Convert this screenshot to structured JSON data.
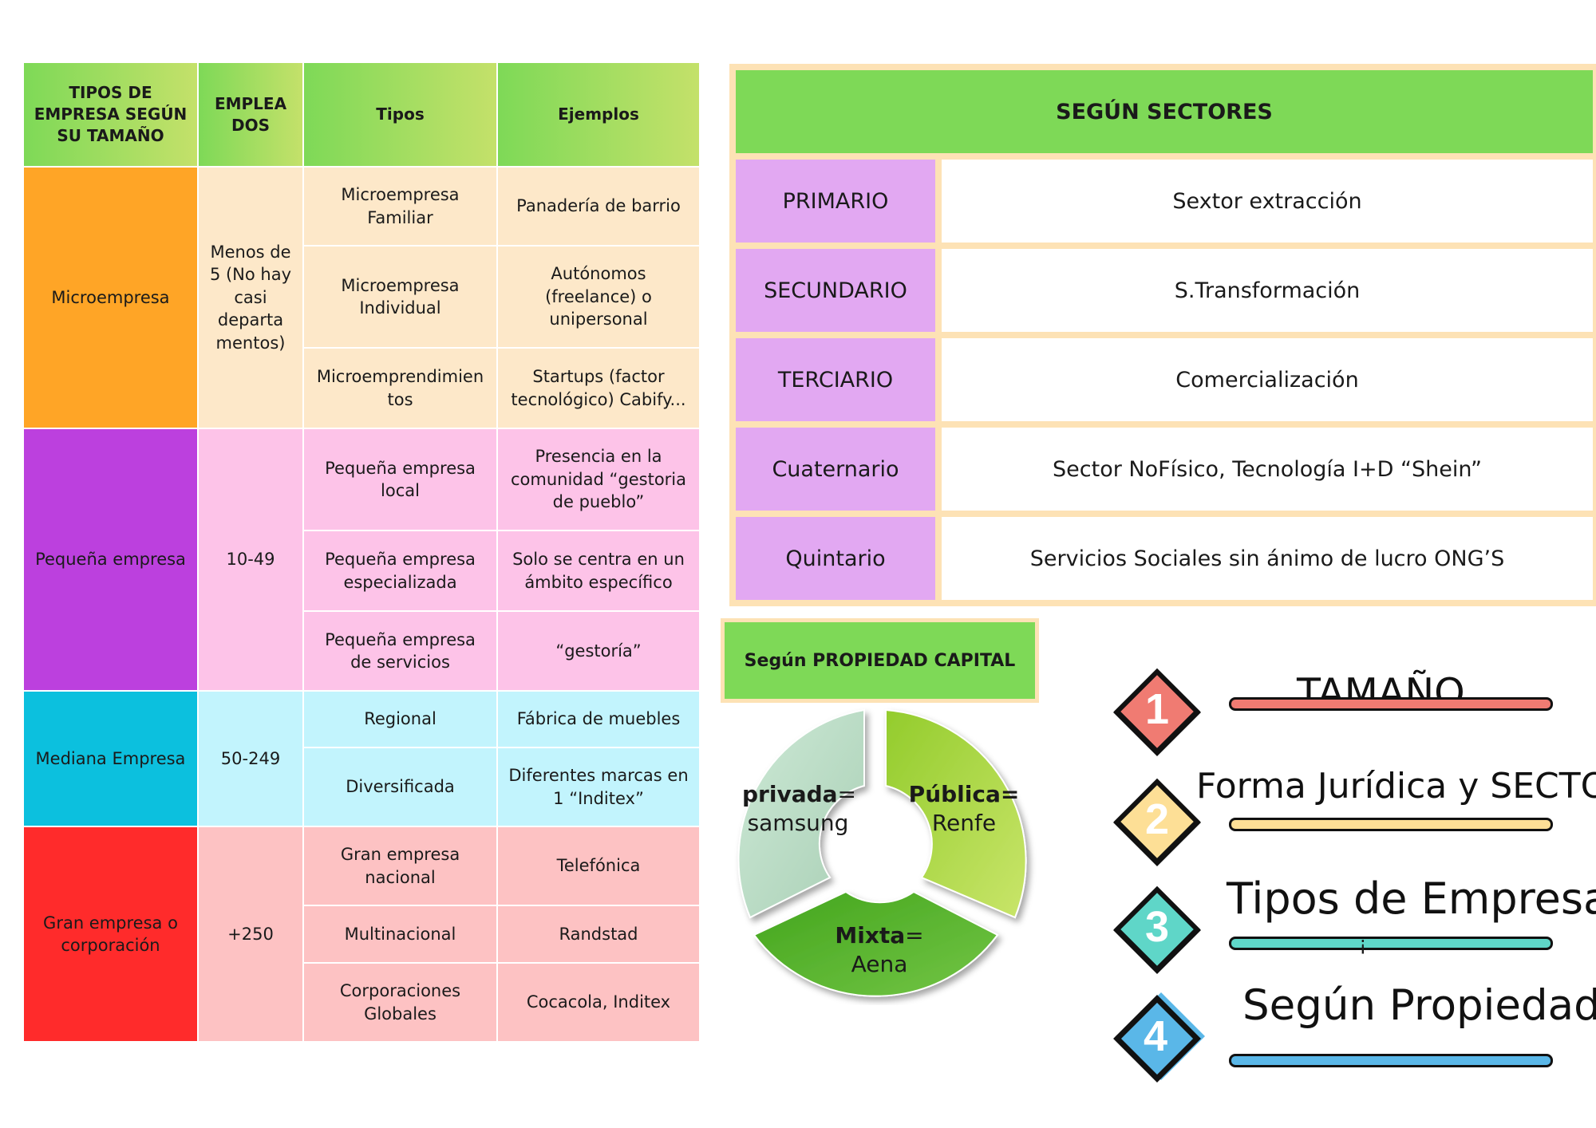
{
  "size_table": {
    "headers": [
      "TIPOS DE EMPRESA SEGÚN SU TAMAÑO",
      "EMPLEA DOS",
      "Tipos",
      "Ejemplos"
    ],
    "groups": [
      {
        "name": "Microempresa",
        "employees": "Menos de 5 (No hay casi departa mentos)",
        "rows": [
          {
            "type": "Microempresa Familiar",
            "example": "Panadería de barrio"
          },
          {
            "type": "Microempresa Individual",
            "example": "Autónomos (freelance) o unipersonal"
          },
          {
            "type": "Microemprendimien tos",
            "example": "Startups (factor tecnológico) Cabify..."
          }
        ]
      },
      {
        "name": "Pequeña empresa",
        "employees": "10-49",
        "rows": [
          {
            "type": "Pequeña empresa local",
            "example": "Presencia en la comunidad “gestoria de pueblo”"
          },
          {
            "type": "Pequeña empresa especializada",
            "example": "Solo se centra en un ámbito específico"
          },
          {
            "type": "Pequeña empresa de servicios",
            "example": "“gestoría”"
          }
        ]
      },
      {
        "name": "Mediana Empresa",
        "employees": "50-249",
        "rows": [
          {
            "type": "Regional",
            "example": "Fábrica de muebles"
          },
          {
            "type": "Diversificada",
            "example": "Diferentes marcas en 1 “Inditex”"
          }
        ]
      },
      {
        "name": "Gran empresa o corporación",
        "employees": "+250",
        "rows": [
          {
            "type": "Gran empresa nacional",
            "example": "Telefónica"
          },
          {
            "type": "Multinacional",
            "example": "Randstad"
          },
          {
            "type": "Corporaciones Globales",
            "example": "Cocacola, Inditex"
          }
        ]
      }
    ]
  },
  "sectors": {
    "title": "SEGÚN SECTORES",
    "rows": [
      {
        "name": "PRIMARIO",
        "desc": "Sextor extracción"
      },
      {
        "name": "SECUNDARIO",
        "desc": "S.Transformación"
      },
      {
        "name": "TERCIARIO",
        "desc": "Comercialización"
      },
      {
        "name": "Cuaternario",
        "desc": "Sector NoFísico, Tecnología I+D “Shein”"
      },
      {
        "name": "Quintario",
        "desc": "Servicios Sociales sin ánimo de lucro ONG’S"
      }
    ]
  },
  "property": {
    "title": "Según PROPIEDAD CAPITAL",
    "segments": [
      {
        "bold": "privada",
        "rest": "=",
        "line2": "samsung",
        "color": "#c3e3cc"
      },
      {
        "bold": "Pública=",
        "rest": "",
        "line2": "Renfe",
        "color": "#a8d63e"
      },
      {
        "bold": "Mixta",
        "rest": "=",
        "line2": "Aena",
        "color": "#5cb82e"
      }
    ]
  },
  "index": [
    {
      "number": "1",
      "title": "TAMAÑO",
      "color": "#f07b72"
    },
    {
      "number": "2",
      "title": "Forma Jurídica y SECTOR",
      "color": "#fddf96"
    },
    {
      "number": "3",
      "title": "Tipos de Empresa",
      "color": "#5fd6c8"
    },
    {
      "number": "4",
      "title": "Según Propiedad",
      "color": "#5ab7e8"
    }
  ],
  "index_mark": "¡"
}
